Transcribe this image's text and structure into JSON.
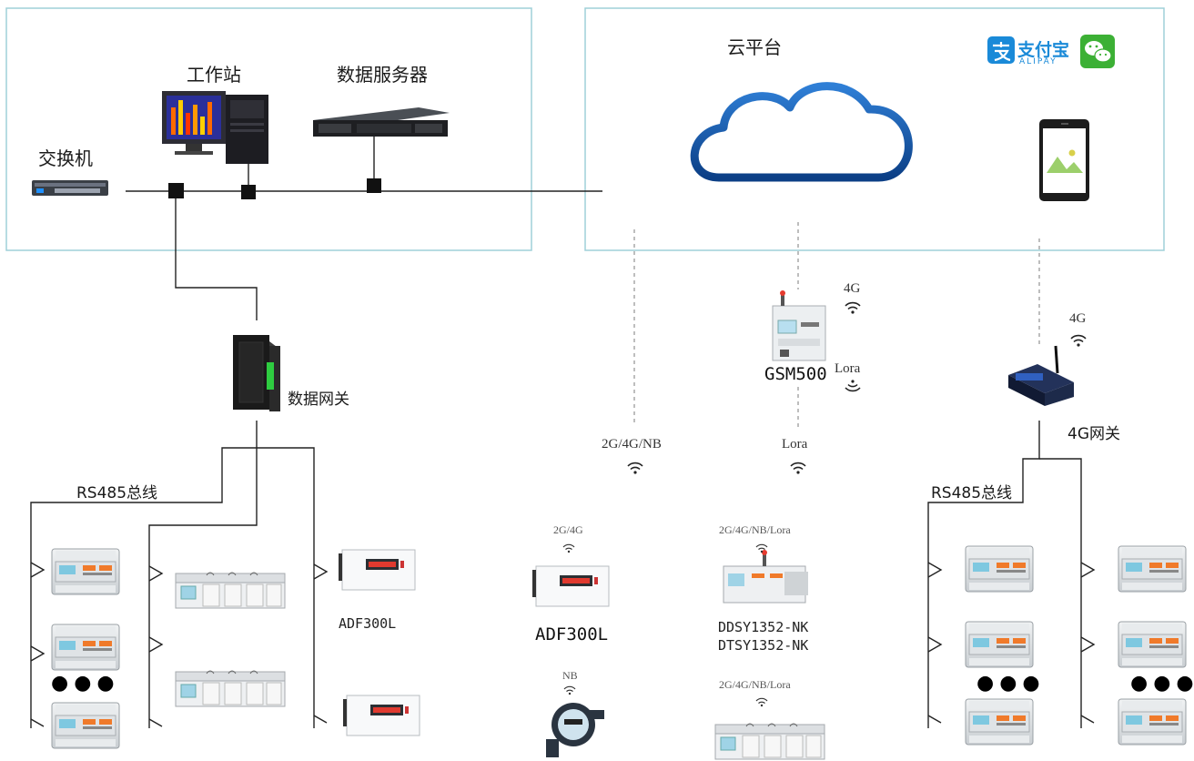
{
  "left_panel": {
    "workstation_label": "工作站",
    "data_server_label": "数据服务器",
    "switch_label": "交换机"
  },
  "cloud_panel": {
    "title": "云平台",
    "alipay_name": "支付宝",
    "alipay_en": "ALIPAY"
  },
  "gateway": {
    "data_gateway_label": "数据网关",
    "gateway_4g_label": "4G网关"
  },
  "bus_labels": {
    "left": "RS485总线",
    "right": "RS485总线"
  },
  "wireless": {
    "gsm500_4g": "4G",
    "gsm500_lora": "Lora",
    "gsm500_name": "GSM500",
    "link_2g4gnb": "2G/4G/NB",
    "link_lora": "Lora",
    "gateway_4g": "4G",
    "meter_2g4g": "2G/4G",
    "meter_lora1": "2G/4G/NB/Lora",
    "meter_nb": "NB",
    "meter_lora2": "2G/4G/NB/Lora"
  },
  "devices": {
    "adf300l_left": "ADF300L",
    "adf300l_mid": "ADF300L",
    "ddsy_line1": "DDSY1352-NK",
    "ddsy_line2": "DTSY1352-NK"
  },
  "ellipsis": {
    "left": "●●●",
    "right1": "●●●",
    "right2": "●●●"
  },
  "colors": {
    "panel_border": "#9fd0d8",
    "cloud_blue": "#1d5aa8",
    "alipay_blue": "#1a8ad8",
    "wechat_green": "#3cb035",
    "meter_orange": "#f07a2a"
  }
}
